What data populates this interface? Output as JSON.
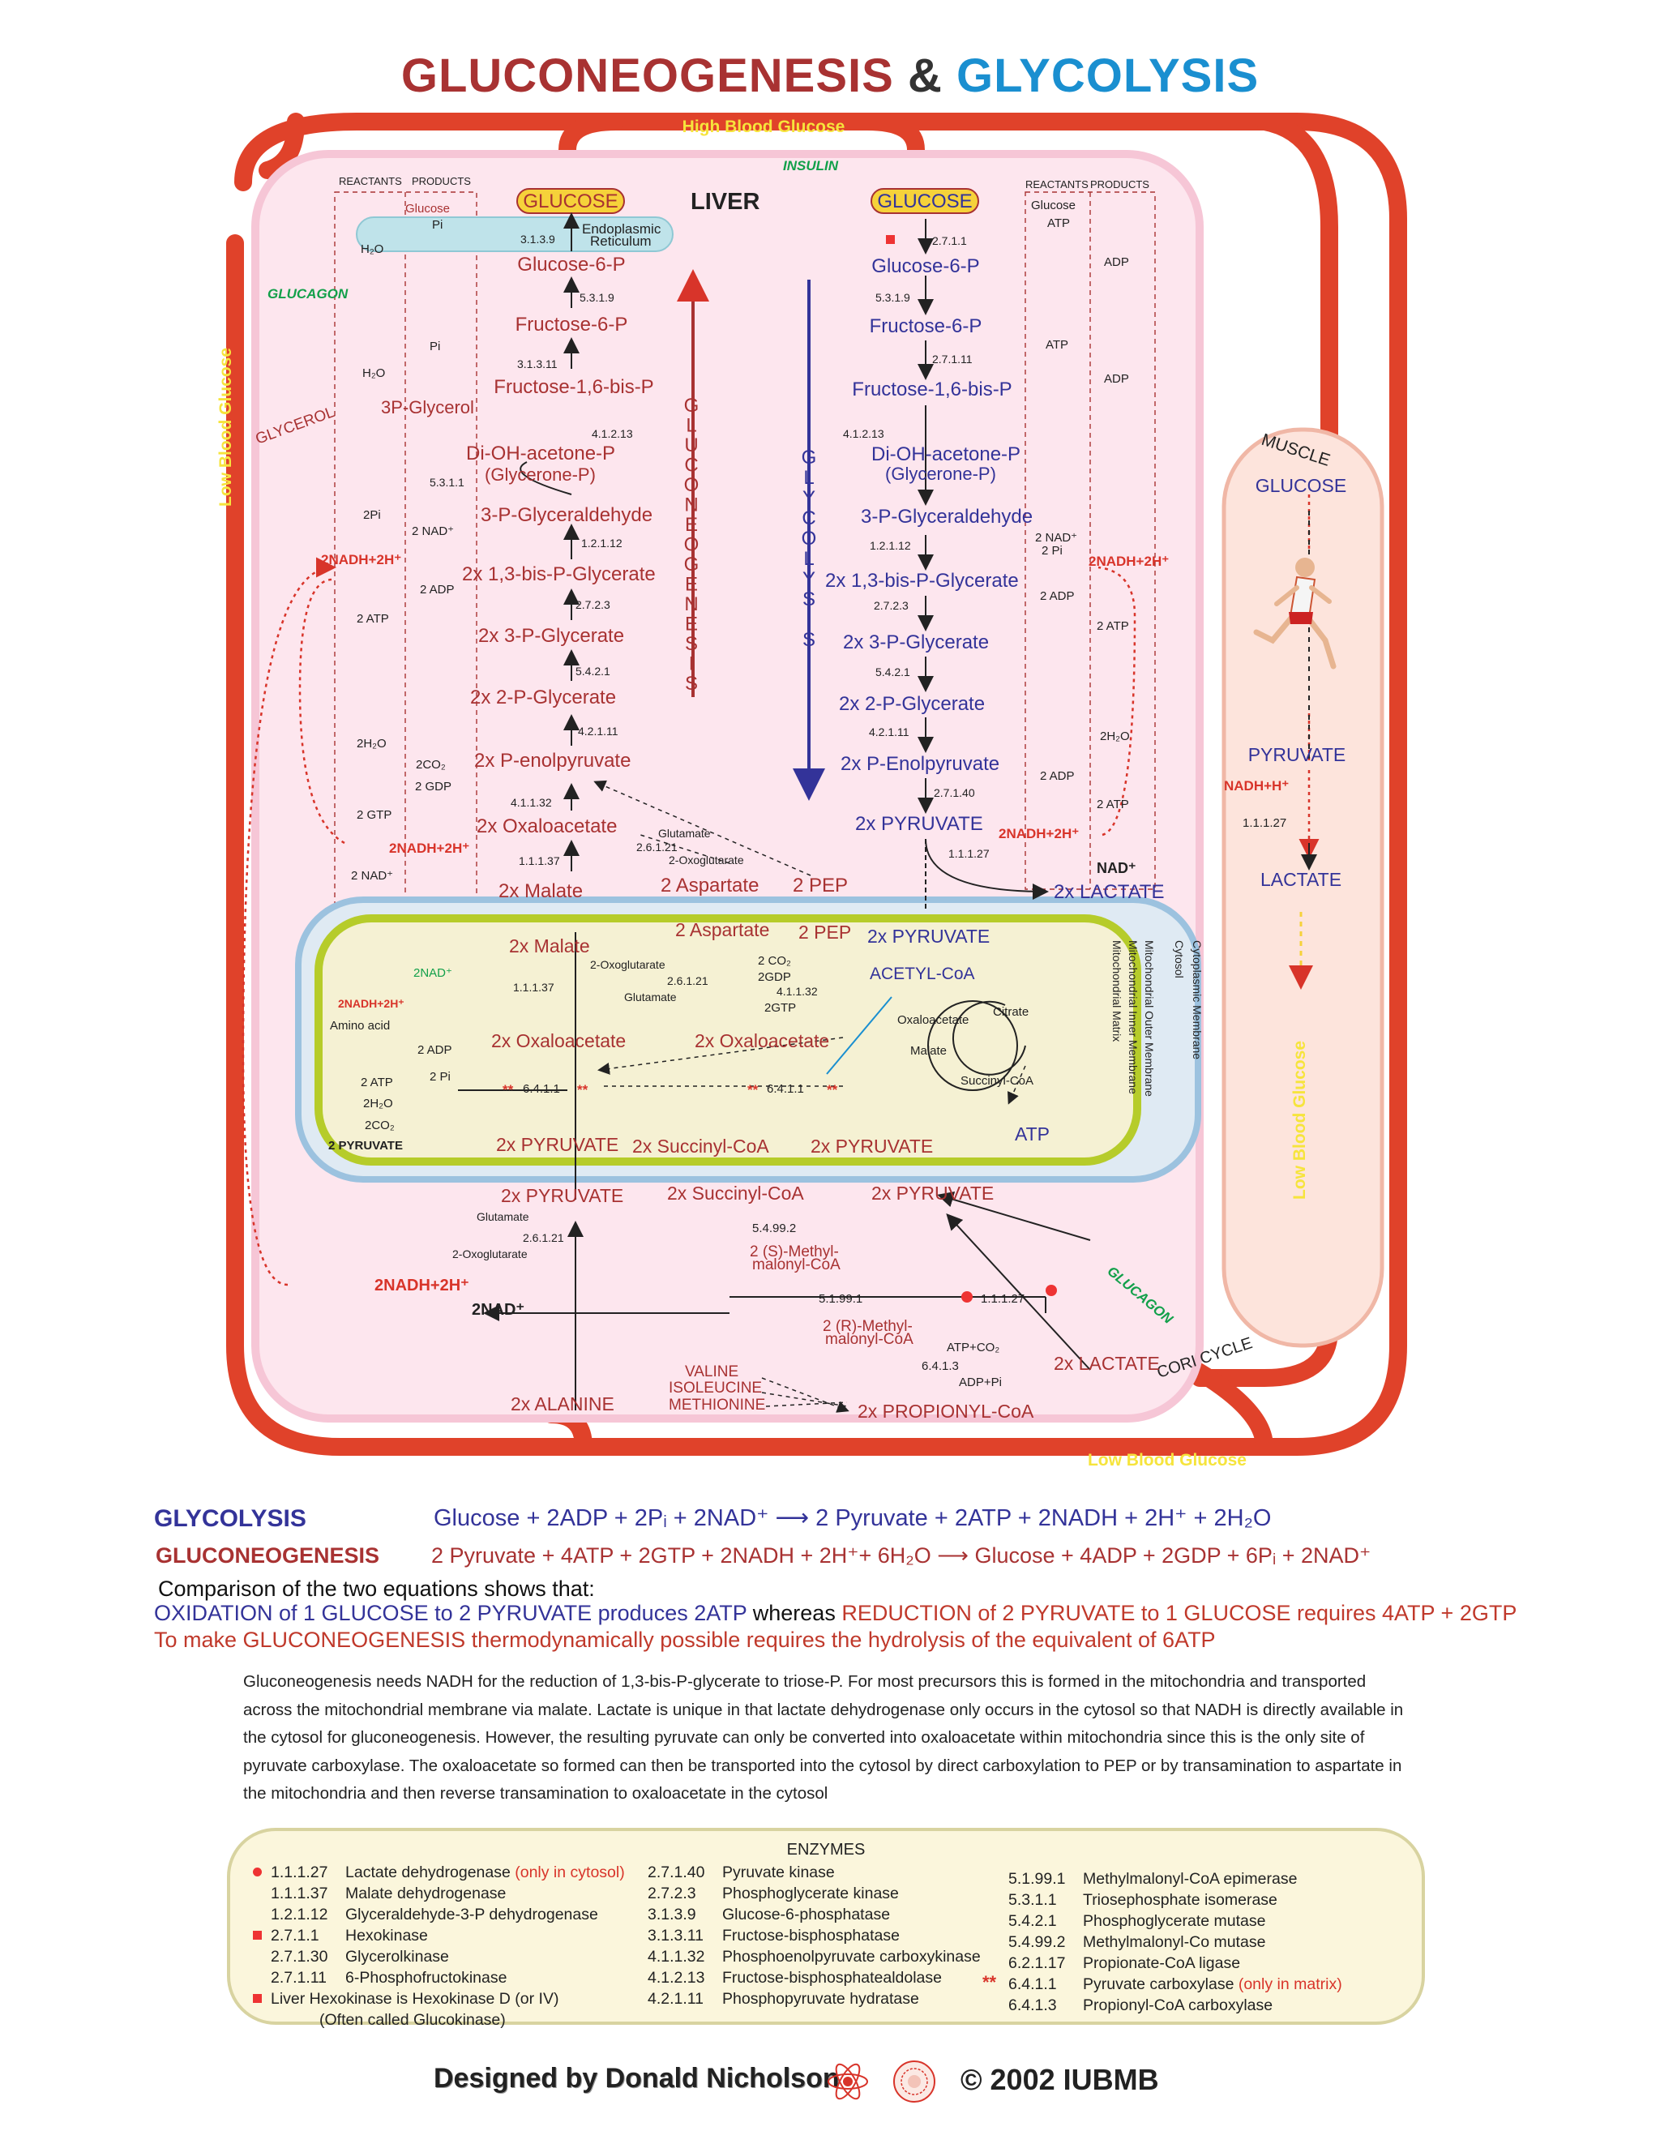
{
  "title": {
    "part1": "GLUCONEOGENESIS",
    "amp": " & ",
    "part2": "GLYCOLYSIS"
  },
  "banners": {
    "high_glucose": "High Blood Glucose",
    "low_glucose_left": "Low Blood Glucose",
    "low_glucose_right": "Low Blood Glucose",
    "low_glucose_bottom": "Low Blood Glucose",
    "insulin": "INSULIN",
    "glucagon_left": "GLUCAGON",
    "glucagon_right": "GLUCAGON",
    "cori": "CORI CYCLE",
    "liver": "LIVER",
    "muscle": "MUSCLE",
    "glycerol": "GLYCEROL"
  },
  "headers": {
    "reactants": "REACTANTS",
    "products": "PRODUCTS"
  },
  "gneo_word": "GLUCONEOGENESIS",
  "glyc_word": "GLYCOLYSIS",
  "left_metabolites": {
    "glucose": "GLUCOSE",
    "g6p": "Glucose-6-P",
    "f6p": "Fructose-6-P",
    "f16bp": "Fructose-1,6-bis-P",
    "glycerol3p": "3P-Glycerol",
    "dhap": "Di-OH-acetone-P",
    "glycerone": "(Glycerone-P)",
    "g3p": "3-P-Glyceraldehyde",
    "bpg": "2x 1,3-bis-P-Glycerate",
    "pg3": "2x 3-P-Glycerate",
    "pg2": "2x 2-P-Glycerate",
    "pep": "2x P-enolpyruvate",
    "oaa": "2x Oxaloacetate",
    "malate": "2x Malate",
    "aspartate": "2 Aspartate",
    "pep2": "2 PEP",
    "er": "Endoplasmic",
    "er2": "Reticulum"
  },
  "left_side": {
    "glucose_small": "Glucose",
    "pi1": "Pi",
    "h2o1": "H₂O",
    "pi2": "Pi",
    "h2o2": "H₂O",
    "twopi": "2Pi",
    "nadplus2": "2 NAD⁺",
    "nadh_red": "2NADH+2H⁺",
    "adp2": "2 ADP",
    "atp2": "2 ATP",
    "h2o3": "2H₂O",
    "co2": "2CO₂",
    "gdp": "2 GDP",
    "gtp": "2 GTP",
    "nadh_red2": "2NADH+2H⁺",
    "nadplus_b": "2 NAD⁺",
    "glutamate": "Glutamate",
    "oxoglut": "2-Oxoglutarate"
  },
  "left_enzymes": {
    "e1": "3.1.3.9",
    "e2": "5.3.1.9",
    "e3": "3.1.3.11",
    "e4": "4.1.2.13",
    "e5": "5.3.1.1",
    "e6": "1.2.1.12",
    "e7": "2.7.2.3",
    "e8": "5.4.2.1",
    "e9": "4.2.1.11",
    "e10": "4.1.1.32",
    "e11": "1.1.1.37",
    "e12": "2.6.1.21"
  },
  "right_metabolites": {
    "glucose": "GLUCOSE",
    "g6p": "Glucose-6-P",
    "f6p": "Fructose-6-P",
    "f16bp": "Fructose-1,6-bis-P",
    "dhap": "Di-OH-acetone-P",
    "glycerone": "(Glycerone-P)",
    "g3p": "3-P-Glyceraldehyde",
    "bpg": "2x 1,3-bis-P-Glycerate",
    "pg3": "2x 3-P-Glycerate",
    "pg2": "2x 2-P-Glycerate",
    "pep": "2x P-Enolpyruvate",
    "pyruvate": "2x PYRUVATE",
    "lactate": "2x LACTATE"
  },
  "right_side": {
    "glucose_small": "Glucose",
    "atp1": "ATP",
    "adp1": "ADP",
    "atp2": "ATP",
    "adp2": "ADP",
    "nad": "2 NAD⁺",
    "pi": "2 Pi",
    "nadh_red": "2NADH+2H⁺",
    "adp3": "2 ADP",
    "atp3": "2 ATP",
    "h2o": "2H₂O",
    "adp4": "2 ADP",
    "atp4": "2 ATP",
    "nadh_red2": "2NADH+2H⁺",
    "nadplus": "NAD⁺"
  },
  "right_enzymes": {
    "e1": "2.7.1.1",
    "e2": "5.3.1.9",
    "e3": "2.7.1.11",
    "e4": "4.1.2.13",
    "e5": "1.2.1.12",
    "e6": "2.7.2.3",
    "e7": "5.4.2.1",
    "e8": "4.2.1.11",
    "e9": "2.7.1.40",
    "e10": "1.1.1.27"
  },
  "mito": {
    "malate": "2x Malate",
    "aspartate": "2 Aspartate",
    "pep": "2 PEP",
    "pyruvate_top": "2x PYRUVATE",
    "nad": "2NAD⁺",
    "nadh": "2NADH+2H⁺",
    "amino": "Amino acid",
    "oxoglut": "2-Oxoglutarate",
    "glutamate": "Glutamate",
    "e_2621": "2.6.1.21",
    "e_11137": "1.1.1.37",
    "co2": "2 CO₂",
    "gdp": "2GDP",
    "e_41132": "4.1.1.32",
    "gtp": "2GTP",
    "acetyl": "ACETYL-CoA",
    "oaa_c": "Oxaloacetate",
    "citrate": "Citrate",
    "malate_c": "Malate",
    "succ_c": "Succinyl-CoA",
    "atp": "ATP",
    "oaa1": "2x Oxaloacetate",
    "oaa2": "2x Oxaloacetate",
    "adp": "2 ADP",
    "pi": "2 Pi",
    "atp2": "2 ATP",
    "h2o": "2H₂O",
    "co2b": "2CO₂",
    "e_6411a": "6.4.1.1",
    "e_6411b": "6.4.1.1",
    "stars": "**",
    "pyruvate_label": "2 PYRUVATE",
    "pyr1": "2x PYRUVATE",
    "succ": "2x  Succinyl-CoA",
    "pyr2": "2x PYRUVATE",
    "membranes": [
      "Mitochondrial Matrix",
      "Mitochondrial Inner Membrane",
      "Mitochondrial Outer Membrane",
      "Cytosol",
      "Cytoplasmic Membrane"
    ]
  },
  "lower": {
    "pyruvate": "2x PYRUVATE",
    "succinyl": "2x Succinyl-CoA",
    "pyruvate_r": "2x PYRUVATE",
    "glutamate": "Glutamate",
    "e_2621": "2.6.1.21",
    "oxoglut": "2-Oxoglutarate",
    "e_5492": "5.4.99.2",
    "smethyl": "2 (S)-Methyl-",
    "smethyl2": "malonyl-CoA",
    "nadh": "2NADH+2H⁺",
    "nad": "2NAD⁺",
    "e_5191": "5.1.99.1",
    "e_11127": "1.1.1.27",
    "rmethyl": "2 (R)-Methyl-",
    "rmethyl2": "malonyl-CoA",
    "atpco2": "ATP+CO₂",
    "e_6413": "6.4.1.3",
    "adppi": "ADP+Pi",
    "lactate": "2x LACTATE",
    "valine": "VALINE",
    "isoleucine": "ISOLEUCINE",
    "methionine": "METHIONINE",
    "propionyl": "2x PROPIONYL-CoA",
    "alanine": "2x ALANINE"
  },
  "muscle": {
    "glucose": "GLUCOSE",
    "pyruvate": "PYRUVATE",
    "nadh": "NADH+H⁺",
    "enzyme": "1.1.1.27",
    "lactate": "LACTATE"
  },
  "equations": {
    "glyc_name": "GLYCOLYSIS",
    "glyc_eq": "Glucose + 2ADP + 2Pᵢ + 2NAD⁺  ⟶  2 Pyruvate + 2ATP + 2NADH + 2H⁺ + 2H₂O",
    "gneo_name": "GLUCONEOGENESIS",
    "gneo_eq": "2 Pyruvate + 4ATP + 2GTP + 2NADH + 2H⁺+ 6H₂O  ⟶  Glucose + 4ADP + 2GDP + 6Pᵢ + 2NAD⁺",
    "comparison": "Comparison of the two equations shows that:",
    "ox_a": "OXIDATION of 1 GLUCOSE  to  2 PYRUVATE produces  2ATP",
    "ox_b": " whereas ",
    "ox_c": "REDUCTION of 2 PYRUVATE to 1 GLUCOSE requires 4ATP + 2GTP",
    "thermo": "To make GLUCONEOGENESIS thermodynamically possible requires the hydrolysis of the equivalent of 6ATP"
  },
  "paragraph": "Gluconeogenesis needs NADH for the reduction of 1,3-bis-P-glycerate to triose-P.  For most precursors this is formed in the mitochondria and transported across the mitochondrial membrane via malate.  Lactate is unique in that lactate dehydrogenase only occurs in the cytosol so that NADH is directly available in the cytosol for gluconeogenesis.  However, the resulting pyruvate can only be converted into oxaloacetate within mitochondria since this is the only site of pyruvate carboxylase.  The oxaloacetate so formed can then be transported into the cytosol by direct carboxylation to PEP or by transamination to aspartate in the mitochondria and then reverse transamination to oxaloacetate in the cytosol",
  "enzymes": {
    "title": "ENZYMES",
    "col1": [
      {
        "code": "1.1.1.27",
        "name": "Lactate dehydrogenase",
        "note": " (only in cytosol)",
        "mark": "round"
      },
      {
        "code": "1.1.1.37",
        "name": "Malate dehydrogenase",
        "note": "",
        "mark": ""
      },
      {
        "code": "1.2.1.12",
        "name": "Glyceraldehyde-3-P dehydrogenase",
        "note": "",
        "mark": ""
      },
      {
        "code": "2.7.1.1",
        "name": "Hexokinase",
        "note": "",
        "mark": "square"
      },
      {
        "code": "2.7.1.30",
        "name": "Glycerolkinase",
        "note": "",
        "mark": ""
      },
      {
        "code": "2.7.1.11",
        "name": "6-Phosphofructokinase",
        "note": "",
        "mark": ""
      }
    ],
    "liver_note": "Liver Hexokinase is Hexokinase D (or IV)",
    "liver_note2": "(Often called Glucokinase)",
    "col2": [
      {
        "code": "2.7.1.40",
        "name": "Pyruvate kinase"
      },
      {
        "code": "2.7.2.3",
        "name": "Phosphoglycerate kinase"
      },
      {
        "code": "3.1.3.9",
        "name": "Glucose-6-phosphatase"
      },
      {
        "code": "3.1.3.11",
        "name": "Fructose-bisphosphatase"
      },
      {
        "code": "4.1.1.32",
        "name": "Phosphoenolpyruvate carboxykinase"
      },
      {
        "code": "4.1.2.13",
        "name": "Fructose-bisphosphatealdolase"
      },
      {
        "code": "4.2.1.11",
        "name": "Phosphopyruvate hydratase"
      }
    ],
    "col3": [
      {
        "code": "5.1.99.1",
        "name": "Methylmalonyl-CoA epimerase",
        "note": "",
        "mark": ""
      },
      {
        "code": "5.3.1.1",
        "name": "Triosephosphate isomerase",
        "note": "",
        "mark": ""
      },
      {
        "code": "5.4.2.1",
        "name": "Phosphoglycerate mutase",
        "note": "",
        "mark": ""
      },
      {
        "code": "5.4.99.2",
        "name": "Methylmalonyl-Co mutase",
        "note": "",
        "mark": ""
      },
      {
        "code": "6.2.1.17",
        "name": "Propionate-CoA ligase",
        "note": "",
        "mark": ""
      },
      {
        "code": "6.4.1.1",
        "name": "Pyruvate carboxylase",
        "note": " (only in matrix)",
        "mark": "star"
      },
      {
        "code": "6.4.1.3",
        "name": "Propionyl-CoA carboxylase",
        "note": "",
        "mark": ""
      }
    ]
  },
  "credit": {
    "designer": "Designed by Donald Nicholson",
    "copyright": "© 2002 IUBMB"
  },
  "colors": {
    "blood": "#e0422a",
    "liver_fill": "#fde6ee",
    "gneo": "#a83232",
    "glyc": "#333399",
    "mito_fill": "#f5f1d3",
    "mito_inner": "#b6cc2a",
    "mito_outer": "#9cc2df"
  }
}
